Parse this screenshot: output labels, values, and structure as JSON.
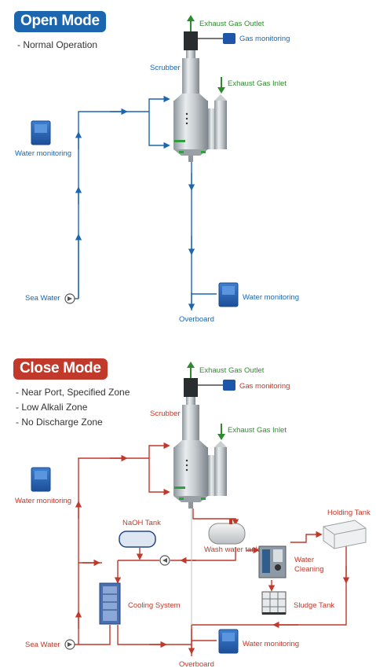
{
  "colors": {
    "blue": "#1c66b0",
    "red": "#c0392b",
    "green": "#2f8a2f"
  },
  "open_mode": {
    "title": "Open Mode",
    "subtitle": "- Normal Operation",
    "labels": {
      "exhaust_outlet": "Exhaust Gas Outlet",
      "gas_monitoring": "Gas monitoring",
      "scrubber": "Scrubber",
      "exhaust_inlet": "Exhaust Gas Inlet",
      "water_monitoring_left": "Water monitoring",
      "sea_water": "Sea Water",
      "water_monitoring_right": "Water monitoring",
      "overboard": "Overboard"
    }
  },
  "close_mode": {
    "title": "Close Mode",
    "conditions": [
      "- Near Port, Specified Zone",
      "- Low Alkali Zone",
      "- No Discharge Zone"
    ],
    "labels": {
      "exhaust_outlet": "Exhaust Gas Outlet",
      "gas_monitoring": "Gas monitoring",
      "scrubber": "Scrubber",
      "exhaust_inlet": "Exhaust Gas Inlet",
      "water_monitoring_left": "Water monitoring",
      "naoh_tank": "NaOH Tank",
      "holding_tank": "Holding Tank",
      "wash_water_tank": "Wash water tank",
      "water_cleaning_1": "Water",
      "water_cleaning_2": "Cleaning",
      "cooling_system": "Cooling System",
      "sludge_tank": "Sludge Tank",
      "sea_water": "Sea Water",
      "water_monitoring_right": "Water monitoring",
      "overboard": "Overboard"
    }
  },
  "icons": [
    "monitor-icon",
    "pump-icon",
    "arrow-up-icon",
    "arrow-down-icon"
  ]
}
